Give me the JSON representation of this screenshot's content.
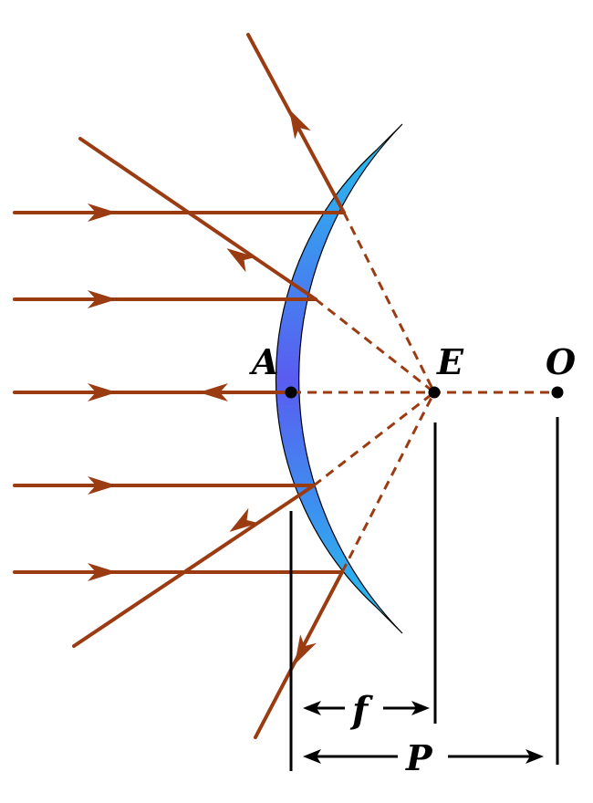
{
  "diagram": {
    "labels": {
      "vertex": "A",
      "focus": "E",
      "center": "O",
      "focal_length": "f",
      "radius": "P"
    },
    "colors": {
      "ray": "#9a3b12",
      "mirror_light": "#22c4ee",
      "mirror_dark": "#5a5cf0",
      "mirror_edge": "#000000",
      "ink": "#000000",
      "background": "#ffffff"
    },
    "marker_icon": "arrowhead-icon"
  }
}
